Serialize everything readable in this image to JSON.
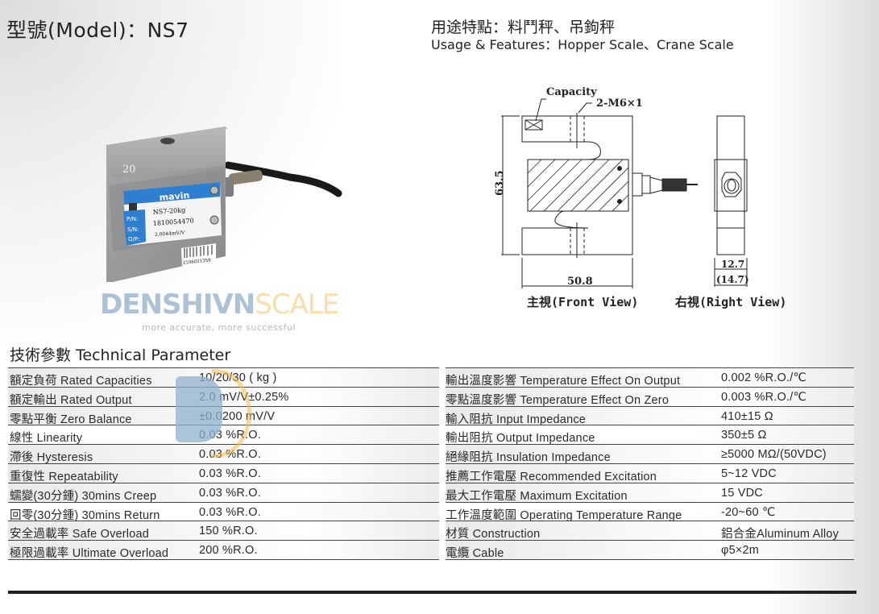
{
  "header": {
    "model_title": "型號(Model)：NS7",
    "usage_cn": "用途特點：料鬥秤、吊鉤秤",
    "usage_en": "Usage & Features：Hopper Scale、Crane Scale"
  },
  "product_photo": {
    "capacity_mark": "20",
    "brand": "mavin",
    "pn_label": "P/N:",
    "pn_value": "NS7-20kg",
    "sn_label": "S/N:",
    "sn_value": "1810054470",
    "op_label": "O/P:",
    "op_value": "2.0044mV/V",
    "barcode_number": "2106021359"
  },
  "drawing": {
    "capacity_label": "Capacity",
    "thread_label": "2-M6×1",
    "height_dim": "63.5",
    "width_dim": "50.8",
    "depth_dim": "12.7",
    "depth_dim_total": "(14.7)",
    "front_view_caption": "主視(Front View)",
    "right_view_caption": "右視(Right View)"
  },
  "section_title": "技術參數 Technical Parameter",
  "params_left": [
    {
      "label": "額定負荷 Rated Capacities",
      "value": "10/20/30 ( kg )"
    },
    {
      "label": "額定輸出 Rated Output",
      "value": "2.0 mV/V±0.25%"
    },
    {
      "label": "零點平衡 Zero Balance",
      "value": "±0.0200 mV/V"
    },
    {
      "label": "線性 Linearity",
      "value": "0.03 %R.O."
    },
    {
      "label": "滯後 Hysteresis",
      "value": "0.03 %R.O."
    },
    {
      "label": "重復性 Repeatability",
      "value": "0.03 %R.O."
    },
    {
      "label": "蠕變(30分鍾) 30mins Creep",
      "value": "0.03 %R.O."
    },
    {
      "label": "回零(30分鍾) 30mins Return",
      "value": "0.03 %R.O."
    },
    {
      "label": "安全過載率 Safe Overload",
      "value": "150 %R.O."
    },
    {
      "label": "極限過載率 Ultimate Overload",
      "value": "200 %R.O."
    }
  ],
  "params_right": [
    {
      "label": "輸出溫度影響 Temperature Effect On Output",
      "value": "0.002 %R.O./℃"
    },
    {
      "label": "零點溫度影響 Temperature Effect On Zero",
      "value": "0.003 %R.O./℃"
    },
    {
      "label": "輸入阻抗 Input Impedance",
      "value": "410±15 Ω"
    },
    {
      "label": "輸出阻抗 Output Impedance",
      "value": "350±5 Ω"
    },
    {
      "label": "絕緣阻抗 Insulation Impedance",
      "value": "≥5000 MΩ/(50VDC)"
    },
    {
      "label": "推薦工作電壓 Recommended Excitation",
      "value": "5~12 VDC"
    },
    {
      "label": "最大工作電壓 Maximum Excitation",
      "value": "15 VDC"
    },
    {
      "label": "工作溫度範圍 Operating Temperature Range",
      "value": "-20~60 ℃"
    },
    {
      "label": "材質 Construction",
      "value": "鋁合金Aluminum Alloy"
    },
    {
      "label": "電纜 Cable",
      "value": "φ5×2m"
    }
  ],
  "watermark": {
    "brand_main": "DENSHIVN",
    "brand_accent": "SCALE",
    "slogan": "more accurate, more successful"
  }
}
